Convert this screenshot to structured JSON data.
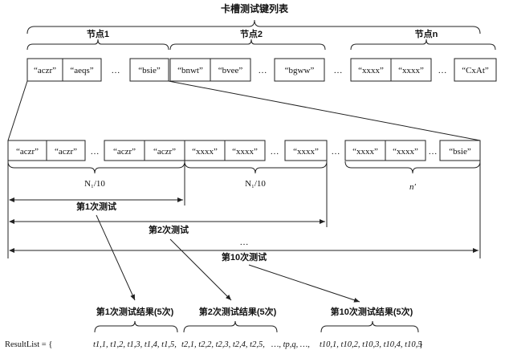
{
  "title": "卡槽测试键列表",
  "nodes": [
    {
      "label": "节点1",
      "items": [
        "“aczr”",
        "“aeqs”",
        "…",
        "“bsie”"
      ]
    },
    {
      "label": "节点2",
      "items": [
        "“bnwt”",
        "“bvee”",
        "…",
        "“bgww”"
      ]
    },
    {
      "label": "节点n",
      "items": [
        "“xxxx”",
        "“xxxx”",
        "…",
        "“CxAt”"
      ]
    }
  ],
  "between_nodes_ellipsis": "…",
  "expanded_row": {
    "groups": [
      {
        "items": [
          "“aczr”",
          "“aczr”",
          "…",
          "“aczr”",
          "“aczr”"
        ],
        "label": "N₁/10"
      },
      {
        "items": [
          "“xxxx”",
          "“xxxx”",
          "…",
          "“xxxx”"
        ],
        "label": "N₁/10"
      },
      {
        "items": [
          "“xxxx”",
          "“xxxx”",
          "…",
          "“bsie”"
        ],
        "label": "n′"
      }
    ],
    "gap_ellipsis": "…"
  },
  "tests": [
    {
      "label": "第1次测试"
    },
    {
      "label": "第2次测试"
    },
    {
      "ellipsis": "…"
    },
    {
      "label": "第10次测试"
    }
  ],
  "results": [
    {
      "label": "第1次测试结果(5次)"
    },
    {
      "label": "第2次测试结果(5次)"
    },
    {
      "label": "第10次测试结果(5次)"
    }
  ],
  "result_list": {
    "prefix": "ResultList = {",
    "t1": "t1,1, t1,2, t1,3, t1,4, t1,5,",
    "t2": "t2,1, t2,2, t2,3, t2,4, t2,5,",
    "mid": "…, tp,q, …,",
    "t10": "t10,1, t10,2, t10,3, t10,4, t10,5",
    "suffix": "}"
  }
}
